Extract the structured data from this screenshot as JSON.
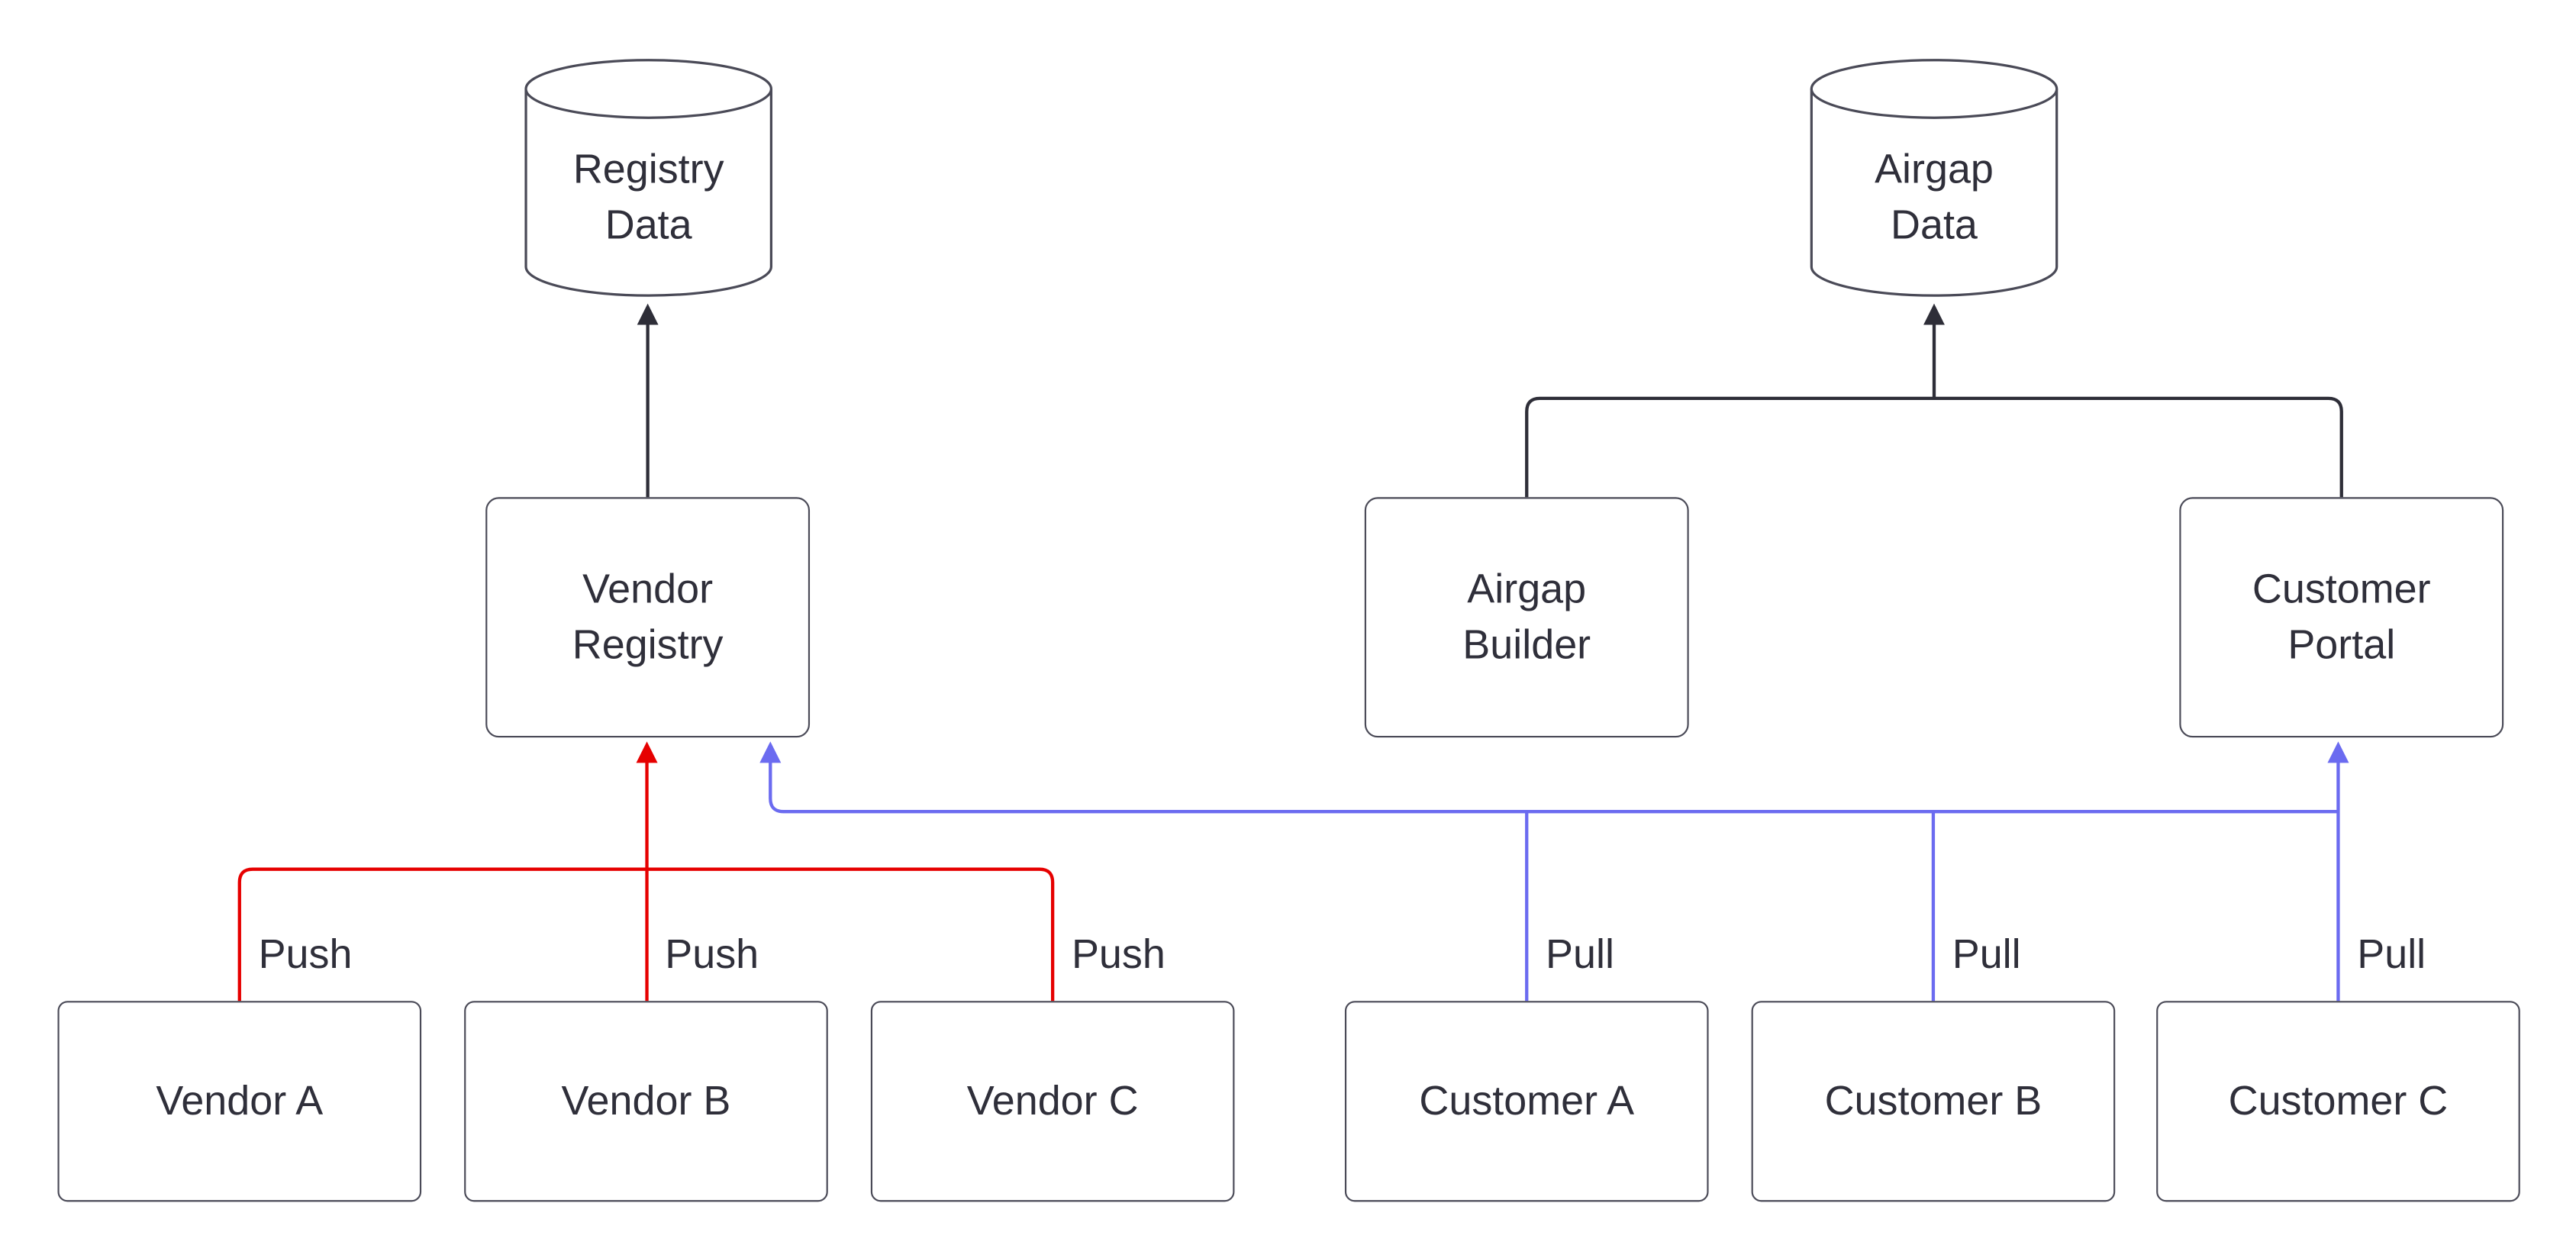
{
  "diagram": {
    "colors": {
      "push": "#e60000",
      "pull": "#6b6bf0",
      "flow": "#2e2e38",
      "node_border": "#4a4a57",
      "text": "#2f2f3a",
      "background": "#ffffff"
    },
    "nodes": {
      "registry_data": {
        "label": "Registry\nData",
        "shape": "cylinder"
      },
      "airgap_data": {
        "label": "Airgap\nData",
        "shape": "cylinder"
      },
      "vendor_registry": {
        "label": "Vendor\nRegistry",
        "shape": "box"
      },
      "airgap_builder": {
        "label": "Airgap\nBuilder",
        "shape": "box"
      },
      "customer_portal": {
        "label": "Customer\nPortal",
        "shape": "box"
      },
      "vendor_a": {
        "label": "Vendor A",
        "shape": "box"
      },
      "vendor_b": {
        "label": "Vendor B",
        "shape": "box"
      },
      "vendor_c": {
        "label": "Vendor C",
        "shape": "box"
      },
      "customer_a": {
        "label": "Customer A",
        "shape": "box"
      },
      "customer_b": {
        "label": "Customer B",
        "shape": "box"
      },
      "customer_c": {
        "label": "Customer C",
        "shape": "box"
      }
    },
    "edges": {
      "push_labels": [
        "Push",
        "Push",
        "Push"
      ],
      "pull_labels": [
        "Pull",
        "Pull",
        "Pull"
      ]
    }
  }
}
